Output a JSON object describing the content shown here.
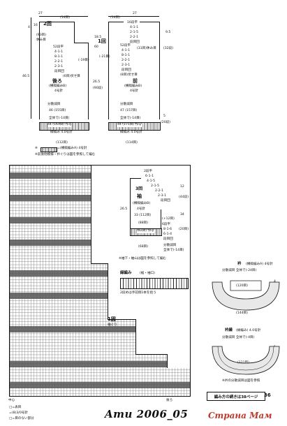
{
  "back": {
    "diagram_no": "2回",
    "title": "後ろ",
    "subtitle": "(横縞編みB)",
    "needle": "4号針",
    "shoulder_width": "27",
    "neck_cm": "(14目)",
    "left_4": "4",
    "neck_16": "16",
    "neck_rows": [
      "(93目)",
      "休み目"
    ],
    "side_rule": [
      "52段平",
      "4-1-1",
      "8-1-1",
      "2-2-1",
      "2-3-1",
      "段目回"
    ],
    "rows_19": "(-19目)",
    "bind_6": "(6目)伏せ目",
    "length": "46.5",
    "dec_label": "分散減目",
    "cast_label": "46 (155目)",
    "hem_label": "全体で(-14目)",
    "cast_bottom": "44 (169目) 作る",
    "bottom_width": "(112目)",
    "hem_needle": "緑縞み 4.0号針"
  },
  "front": {
    "diagram_no": "1回",
    "title": "前",
    "subtitle": "(横縞編みB)",
    "needle": "4号針",
    "shoulder_width": "27",
    "neck_cm": "(14目)",
    "v_16": "16段平",
    "v_rule": [
      "4-1-1",
      "2-1-5",
      "2-2-1",
      "段目回"
    ],
    "v_note": "(31目)休み目",
    "side_rule": [
      "52段平",
      "4-1-1",
      "8-1-1",
      "2-2-1",
      "2-3-1",
      "段目回"
    ],
    "left_18": "18.5",
    "left_60": "60",
    "right_95": "9.5",
    "right_32": "(32段)",
    "rows_21": "(-21目)",
    "bind_8": "(8目)伏せ目",
    "mid_26": "26.5",
    "mid_90": "(90段)",
    "dec_label": "分散減目",
    "cast_label": "47 (157目)",
    "hem_label": "全体で(-14目)",
    "cast_bottom": "44 (171目) 作る",
    "bottom_width": "(114目)",
    "right_5": "5",
    "right_20": "(20段)",
    "hem_needle": "緑縞み 4.0号針"
  },
  "legend": {
    "swatch_label": "=(横縞編みA) 4号針",
    "note": "※前後他模様・衿ぐりは図を参照して編む"
  },
  "sleeve": {
    "diagram_no": "3回",
    "title": "袖",
    "subtitle": "(横縞編みB)",
    "needle": "4号針",
    "cap_label": "33 (112目)",
    "bind": "(88目)",
    "bottom_width": "(68目)",
    "bottom_label": "分散減目",
    "cuff_label": "全体で(-14目)",
    "cast_label": "(82目) 作る",
    "left_265": "26.5",
    "cap_rule": [
      "2段平",
      "6-1-1",
      "4-1-5",
      "2-1-5",
      "2-2-1",
      "2-3-1",
      "段目回"
    ],
    "right_12": "12",
    "right_44": "(44段)",
    "right_34": "34",
    "right_20": "(20目)",
    "inc_12": "(+12目)",
    "inc_rule": [
      "6段平",
      "8-1-6",
      "6-1-4",
      "段目回"
    ],
    "note": "※袖下・袖山は図を参照して編む"
  },
  "ribbing": {
    "title": "緑編み",
    "subtitle": "(裾・袖口)",
    "note": "2段めは手前側1本を拾う"
  },
  "collar1": {
    "title": "衿",
    "subtitle": "(横縞編みA) 4号針",
    "inner": "(120目)",
    "outer": "(144目)",
    "dec": "分散減目 全体で(-24目)",
    "rows": "4"
  },
  "collar2": {
    "title": "衿縁",
    "subtitle": "(緑編み) 4.0号針",
    "inner": "(121目)",
    "dec": "分散減目 全体で(-4目)",
    "rows": "1",
    "note": "※衿の分散減目は図を参照"
  },
  "chart": {
    "title": "1図",
    "subtitle": "袖ぐり",
    "back_label": "後ろ",
    "center_label": "中心",
    "legend": [
      "□=表目",
      "=(8)3/0号針",
      "□=目のない部分"
    ]
  },
  "continue_note": "編み方の続きは38ページ",
  "footer_title": "Amu 2006_05",
  "watermark": "Страна Мам",
  "page_number": "36"
}
